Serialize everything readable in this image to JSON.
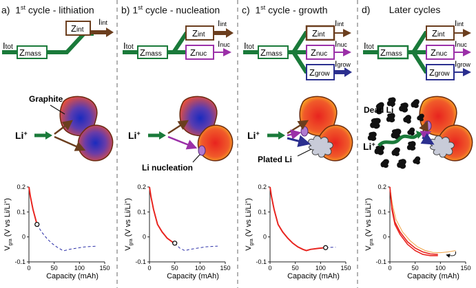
{
  "panels": [
    {
      "letter": "a)",
      "ordinal": "1",
      "ordinal_suffix": "st",
      "title_rest": " cycle - lithiation",
      "annotation": "Graphite",
      "circuit": {
        "tot": "I",
        "tot_sub": "tot",
        "mass": "Z",
        "mass_sub": "mass",
        "branches": [
          {
            "z": "Z",
            "z_sub": "int",
            "i": "I",
            "i_sub": "int"
          }
        ]
      }
    },
    {
      "letter": "b)",
      "ordinal": "1",
      "ordinal_suffix": "st",
      "title_rest": " cycle - nucleation",
      "annotation": "Li nucleation",
      "circuit": {
        "tot": "I",
        "tot_sub": "tot",
        "mass": "Z",
        "mass_sub": "mass",
        "branches": [
          {
            "z": "Z",
            "z_sub": "int",
            "i": "I",
            "i_sub": "int"
          },
          {
            "z": "Z",
            "z_sub": "nuc",
            "i": "I",
            "i_sub": "nuc"
          }
        ]
      }
    },
    {
      "letter": "c)",
      "ordinal": "1",
      "ordinal_suffix": "st",
      "title_rest": " cycle - growth",
      "annotation": "Plated Li",
      "circuit": {
        "tot": "I",
        "tot_sub": "tot",
        "mass": "Z",
        "mass_sub": "mass",
        "branches": [
          {
            "z": "Z",
            "z_sub": "int",
            "i": "I",
            "i_sub": "int"
          },
          {
            "z": "Z",
            "z_sub": "nuc",
            "i": "I",
            "i_sub": "nuc"
          },
          {
            "z": "Z",
            "z_sub": "grow",
            "i": "I",
            "i_sub": "grow"
          }
        ]
      }
    },
    {
      "letter": "d)",
      "ordinal": "",
      "ordinal_suffix": "",
      "title_rest": "Later cycles",
      "annotation": "Dead Li",
      "circuit": {
        "tot": "I",
        "tot_sub": "tot",
        "mass": "Z",
        "mass_sub": "mass",
        "branches": [
          {
            "z": "Z",
            "z_sub": "int",
            "i": "I",
            "i_sub": "int"
          },
          {
            "z": "Z",
            "z_sub": "nuc",
            "i": "I",
            "i_sub": "nuc"
          },
          {
            "z": "Z",
            "z_sub": "grow",
            "i": "I",
            "i_sub": "grow"
          }
        ]
      }
    }
  ],
  "ion_label": "Li",
  "ion_charge": "+",
  "colors": {
    "green": "#1a7a3a",
    "brown": "#6b3e1e",
    "purple": "#9b30a8",
    "navy": "#2b2f8f",
    "red": "#e8241f",
    "orange": "#f0a040"
  },
  "chart_data": [
    {
      "type": "line",
      "ylabel": "V",
      "ylabel_sub": "gra",
      "ylabel_rest": " (V vs Li/Li",
      "ylabel_sup": "+",
      "ylabel_end": ")",
      "xlabel": "Capacity (mAh)",
      "xticks": [
        0,
        50,
        100,
        150
      ],
      "yticks": [
        0.2,
        0.1,
        0,
        -0.1
      ],
      "xlim": [
        0,
        150
      ],
      "ylim": [
        -0.1,
        0.2
      ],
      "curve": [
        [
          0,
          0.2
        ],
        [
          3,
          0.16
        ],
        [
          8,
          0.11
        ],
        [
          12,
          0.08
        ],
        [
          16,
          0.05
        ],
        [
          25,
          0.02
        ],
        [
          35,
          -0.005
        ],
        [
          45,
          -0.025
        ],
        [
          55,
          -0.04
        ],
        [
          65,
          -0.052
        ],
        [
          70,
          -0.055
        ],
        [
          80,
          -0.05
        ],
        [
          95,
          -0.045
        ],
        [
          110,
          -0.04
        ],
        [
          125,
          -0.038
        ],
        [
          135,
          -0.037
        ]
      ],
      "solid_until": 16,
      "marker": [
        16,
        0.05
      ]
    },
    {
      "type": "line",
      "ylabel": "V",
      "ylabel_sub": "gra",
      "ylabel_rest": " (V vs Li/Li",
      "ylabel_sup": "+",
      "ylabel_end": ")",
      "xlabel": "Capacity (mAh)",
      "xticks": [
        0,
        50,
        100,
        150
      ],
      "yticks": [
        0.2,
        0.1,
        0,
        -0.1
      ],
      "xlim": [
        0,
        150
      ],
      "ylim": [
        -0.1,
        0.2
      ],
      "curve": [
        [
          0,
          0.2
        ],
        [
          3,
          0.16
        ],
        [
          8,
          0.11
        ],
        [
          12,
          0.08
        ],
        [
          16,
          0.05
        ],
        [
          25,
          0.02
        ],
        [
          35,
          -0.005
        ],
        [
          45,
          -0.02
        ],
        [
          50,
          -0.025
        ],
        [
          60,
          -0.045
        ],
        [
          70,
          -0.055
        ],
        [
          80,
          -0.05
        ],
        [
          95,
          -0.045
        ],
        [
          110,
          -0.04
        ],
        [
          125,
          -0.038
        ],
        [
          135,
          -0.037
        ]
      ],
      "solid_until": 50,
      "marker": [
        50,
        -0.025
      ]
    },
    {
      "type": "line",
      "ylabel": "V",
      "ylabel_sub": "gra",
      "ylabel_rest": " (V vs Li/Li",
      "ylabel_sup": "+",
      "ylabel_end": ")",
      "xlabel": "Capacity (mAh)",
      "xticks": [
        0,
        50,
        100,
        150
      ],
      "yticks": [
        0.2,
        0.1,
        0,
        -0.1
      ],
      "xlim": [
        0,
        150
      ],
      "ylim": [
        -0.1,
        0.2
      ],
      "curve": [
        [
          0,
          0.2
        ],
        [
          3,
          0.16
        ],
        [
          8,
          0.11
        ],
        [
          12,
          0.08
        ],
        [
          16,
          0.05
        ],
        [
          25,
          0.02
        ],
        [
          35,
          -0.005
        ],
        [
          45,
          -0.025
        ],
        [
          55,
          -0.04
        ],
        [
          65,
          -0.05
        ],
        [
          72,
          -0.055
        ],
        [
          80,
          -0.05
        ],
        [
          95,
          -0.046
        ],
        [
          110,
          -0.043
        ],
        [
          120,
          -0.042
        ],
        [
          130,
          -0.041
        ]
      ],
      "solid_until": 110,
      "marker": [
        110,
        -0.043
      ]
    },
    {
      "type": "line",
      "ylabel": "V",
      "ylabel_sub": "gra",
      "ylabel_rest": " (V vs Li/Li",
      "ylabel_sup": "+",
      "ylabel_end": ")",
      "xlabel": "Capacity (mAh)",
      "xticks": [
        0,
        50,
        100,
        150
      ],
      "yticks": [
        0.2,
        0.1,
        0,
        -0.1
      ],
      "xlim": [
        0,
        150
      ],
      "ylim": [
        -0.1,
        0.2
      ],
      "curves": [
        {
          "color": "orange",
          "points": [
            [
              0,
              0.2
            ],
            [
              5,
              0.13
            ],
            [
              12,
              0.07
            ],
            [
              25,
              0.02
            ],
            [
              40,
              -0.015
            ],
            [
              55,
              -0.04
            ],
            [
              70,
              -0.055
            ],
            [
              85,
              -0.062
            ],
            [
              100,
              -0.063
            ],
            [
              115,
              -0.06
            ],
            [
              130,
              -0.055
            ]
          ]
        },
        {
          "color": "red",
          "points": [
            [
              0,
              0.2
            ],
            [
              4,
              0.12
            ],
            [
              10,
              0.06
            ],
            [
              20,
              0.02
            ],
            [
              35,
              -0.02
            ],
            [
              50,
              -0.045
            ],
            [
              65,
              -0.06
            ],
            [
              80,
              -0.068
            ],
            [
              95,
              -0.07
            ]
          ]
        },
        {
          "color": "red",
          "points": [
            [
              0,
              0.2
            ],
            [
              4,
              0.11
            ],
            [
              10,
              0.05
            ],
            [
              20,
              0.01
            ],
            [
              35,
              -0.03
            ],
            [
              50,
              -0.055
            ],
            [
              65,
              -0.07
            ],
            [
              80,
              -0.075
            ],
            [
              95,
              -0.075
            ]
          ]
        }
      ],
      "arrow": {
        "from": [
          130,
          -0.058
        ],
        "to": [
          112,
          -0.072
        ]
      }
    }
  ]
}
